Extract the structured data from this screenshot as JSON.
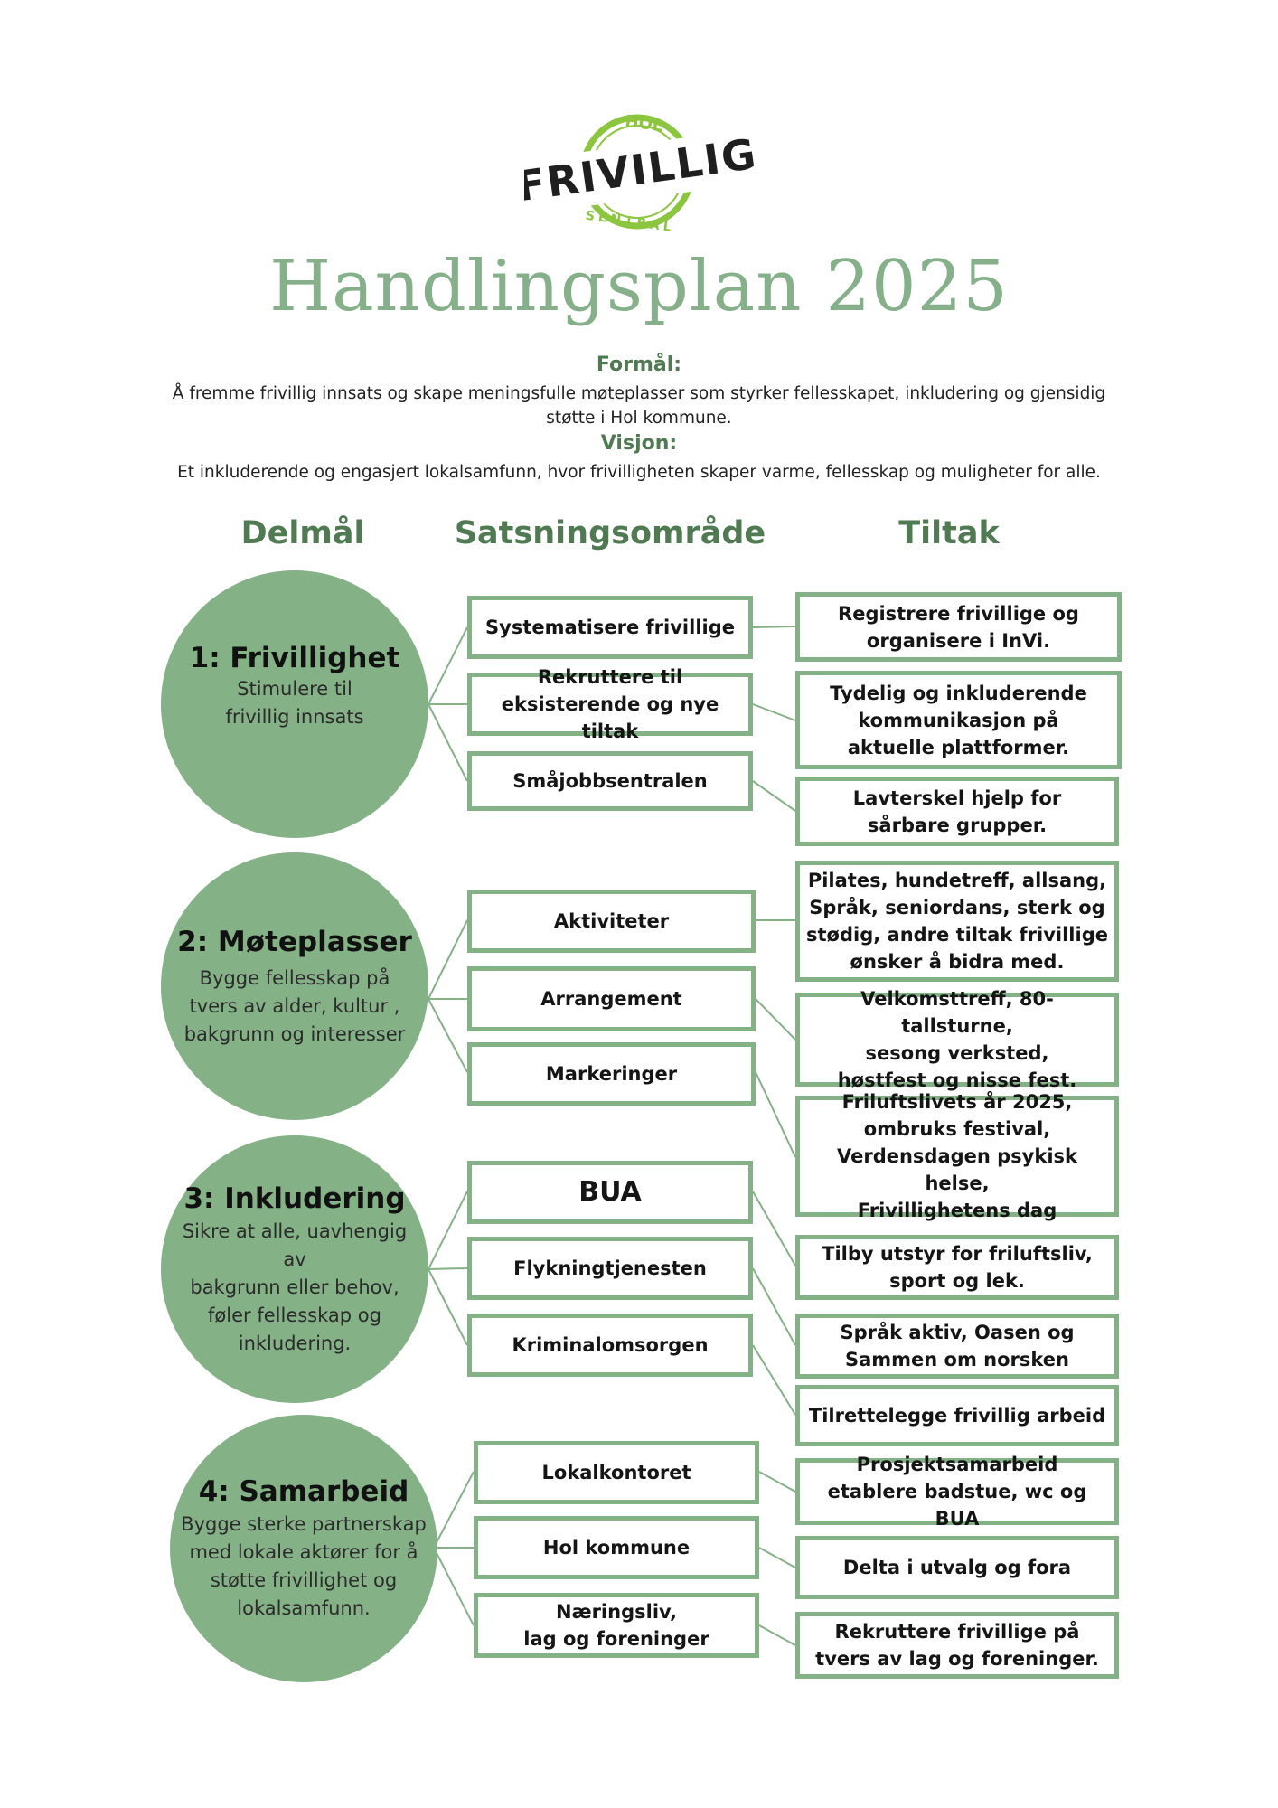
{
  "logo": {
    "top_word": "HOL",
    "main_word": "FRIVILLIG",
    "bottom_word": "SENTRAL"
  },
  "title": "Handlingsplan 2025",
  "formal": {
    "heading": "Formål:",
    "line1": "Å fremme frivillig innsats og skape meningsfulle møteplasser som styrker fellesskapet, inkludering og gjensidig",
    "line2": "støtte i Hol kommune."
  },
  "visjon": {
    "heading": "Visjon:",
    "text": "Et inkluderende og engasjert lokalsamfunn, hvor frivilligheten skaper varme, fellesskap og muligheter for alle."
  },
  "columns": {
    "delmal": "Delmål",
    "satsning": "Satsningsområde",
    "tiltak": "Tiltak"
  },
  "goals": [
    {
      "title": "1: Frivillighet",
      "sub1": "Stimulere til",
      "sub2": "frivillig innsats",
      "sub3": "",
      "sub4": ""
    },
    {
      "title": "2: Møteplasser",
      "sub1": "Bygge fellesskap på",
      "sub2": "tvers av alder, kultur ,",
      "sub3": "bakgrunn og interesser",
      "sub4": ""
    },
    {
      "title": "3: Inkludering",
      "sub1": "Sikre at alle, uavhengig av",
      "sub2": "bakgrunn eller behov,",
      "sub3": "føler fellesskap og",
      "sub4": "inkludering."
    },
    {
      "title": "4: Samarbeid",
      "sub1": "Bygge sterke partnerskap",
      "sub2": "med lokale aktører for å",
      "sub3": "støtte frivillighet og",
      "sub4": "lokalsamfunn."
    }
  ],
  "areas": [
    {
      "l1": "Systematisere frivillige",
      "l2": ""
    },
    {
      "l1": "Rekruttere til",
      "l2": "eksisterende og nye tiltak"
    },
    {
      "l1": "Småjobbsentralen",
      "l2": ""
    },
    {
      "l1": "Aktiviteter",
      "l2": ""
    },
    {
      "l1": "Arrangement",
      "l2": ""
    },
    {
      "l1": "Markeringer",
      "l2": ""
    },
    {
      "l1": "BUA",
      "l2": ""
    },
    {
      "l1": "Flykningtjenesten",
      "l2": ""
    },
    {
      "l1": "Kriminalomsorgen",
      "l2": ""
    },
    {
      "l1": "Lokalkontoret",
      "l2": ""
    },
    {
      "l1": "Hol kommune",
      "l2": ""
    },
    {
      "l1": "Næringsliv,",
      "l2": "lag og foreninger"
    }
  ],
  "actions": [
    {
      "l1": "Registrere frivillige og",
      "l2": "organisere i InVi.",
      "l3": "",
      "l4": ""
    },
    {
      "l1": "Tydelig og inkluderende",
      "l2": "kommunikasjon på",
      "l3": "aktuelle plattformer.",
      "l4": ""
    },
    {
      "l1": "Lavterskel hjelp for",
      "l2": "sårbare grupper.",
      "l3": "",
      "l4": ""
    },
    {
      "l1": "Pilates, hundetreff, allsang,",
      "l2": "Språk, seniordans, sterk og",
      "l3": "stødig, andre tiltak frivillige",
      "l4": "ønsker å bidra med."
    },
    {
      "l1": "Velkomsttreff, 80-tallsturne,",
      "l2": "sesong verksted,",
      "l3": "høstfest og nisse fest.",
      "l4": ""
    },
    {
      "l1": "Friluftslivets år 2025,",
      "l2": "ombruks festival,",
      "l3": "Verdensdagen psykisk helse,",
      "l4": "Frivillighetens dag"
    },
    {
      "l1": "Tilby utstyr for friluftsliv,",
      "l2": "sport og lek.",
      "l3": "",
      "l4": ""
    },
    {
      "l1": "Språk aktiv, Oasen og",
      "l2": "Sammen om norsken",
      "l3": "",
      "l4": ""
    },
    {
      "l1": "Tilrettelegge frivillig arbeid",
      "l2": "",
      "l3": "",
      "l4": ""
    },
    {
      "l1": "Prosjektsamarbeid",
      "l2": "etablere badstue, wc og BUA",
      "l3": "",
      "l4": ""
    },
    {
      "l1": "Delta i utvalg og fora",
      "l2": "",
      "l3": "",
      "l4": ""
    },
    {
      "l1": "Rekruttere frivillige på",
      "l2": "tvers av lag og foreninger.",
      "l3": "",
      "l4": ""
    }
  ],
  "colors": {
    "accent_green": "#84b186",
    "heading_green": "#4f7a52",
    "logo_green": "#8cc63f",
    "logo_dark": "#1f1f1f"
  }
}
